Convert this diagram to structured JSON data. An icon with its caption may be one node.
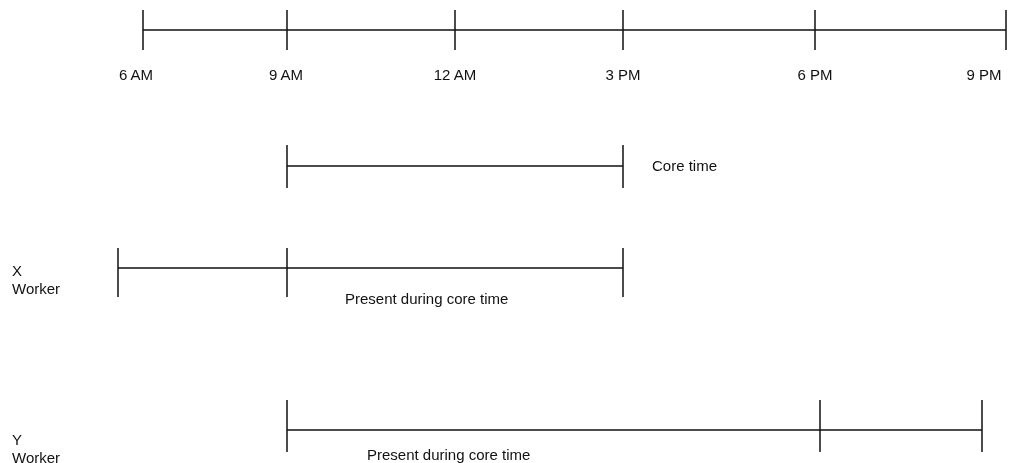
{
  "diagram": {
    "labels": [
      "6 AM",
      "9 AM",
      "12 AM",
      "3 PM",
      "6 PM",
      "9 PM",
      "Core time",
      "X Worker",
      "Present during core time",
      "Y Worker",
      "Present during core time"
    ]
  }
}
